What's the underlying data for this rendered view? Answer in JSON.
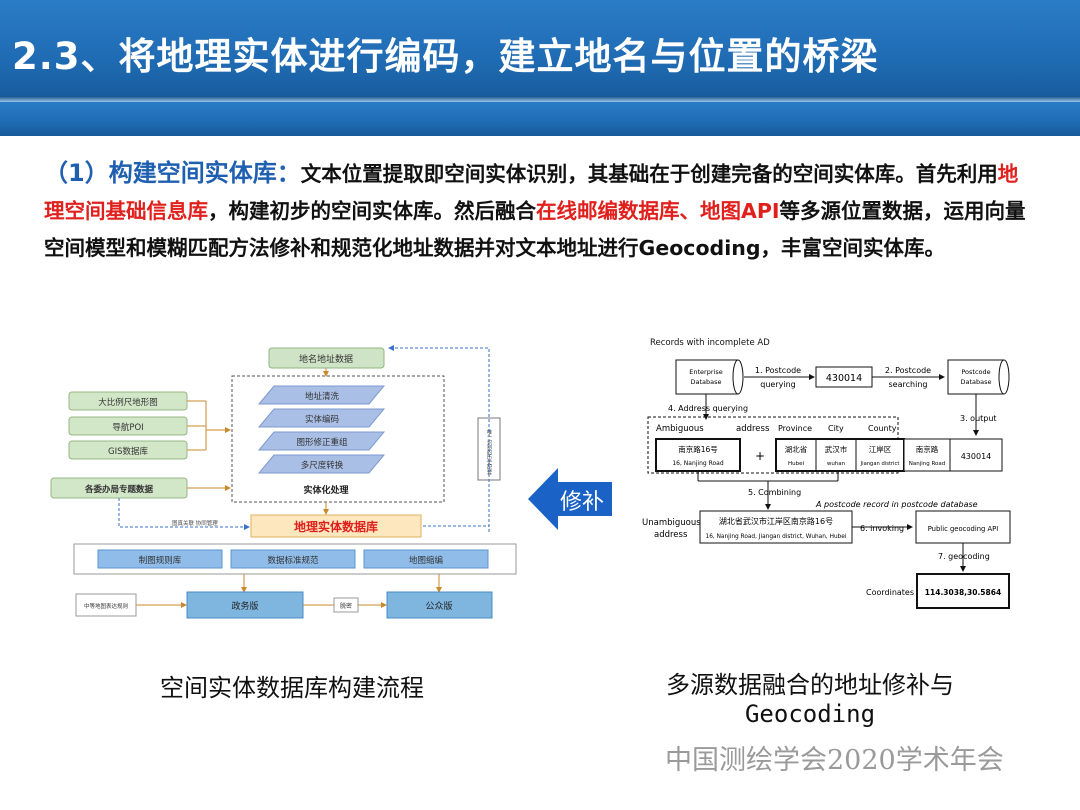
{
  "header": {
    "title": "2.3、将地理实体进行编码，建立地名与位置的桥梁"
  },
  "intro": {
    "lead": "（1）构建空间实体库：",
    "t1": "文本位置提取即空间实体识别，其基础在于创建完备的空间实体库。首先利用",
    "r1": "地理空间基础信息库",
    "t2": "，构建初步的空间实体库。然后融合",
    "r2": "在线邮编数据库、地图API",
    "t3": "等多源位置数据，运用向量空间模型和模糊匹配方法修补和规范化地址数据并对文本地址进行Geocoding，丰富空间实体库。"
  },
  "left_diagram": {
    "top_box": "地名地址数据",
    "sources": [
      "大比例尺地形图",
      "导航POI",
      "GIS数据库"
    ],
    "special": "各委办局专题数据",
    "steps": [
      "地址清洗",
      "实体编码",
      "图形修正重组",
      "多尺度转换"
    ],
    "process_label": "实体化处理",
    "side_note": "唯一识别的历史配套",
    "link_note": "图真关联 协同管理",
    "database": "地理实体数据库",
    "standards": [
      "制图规则库",
      "数据标准规范",
      "地图缩编"
    ],
    "note_left": "中等地图表达规则",
    "out1": "政务版",
    "mid_note": "脱密",
    "out2": "公众版"
  },
  "arrow_label": "修补",
  "right_diagram": {
    "heading": "Records with incomplete AD",
    "enterprise_db": [
      "Enterprise",
      "Database"
    ],
    "step1": [
      "1. Postcode",
      "querying"
    ],
    "postcode": "430014",
    "step2": [
      "2. Postcode",
      "searching"
    ],
    "postcode_db": [
      "Postcode",
      "Database"
    ],
    "step4": "4. Address querying",
    "step3": "3. output",
    "ambiguous": "Ambiguous",
    "address": "address",
    "province": "Province",
    "city": "City",
    "county": "County",
    "addr_cn": "南京路16号",
    "addr_en": "16, Nanjing Road",
    "plus": "+",
    "prov_cn": "湖北省",
    "prov_en": "Hubei",
    "city_cn": "武汉市",
    "city_en": "wuhan",
    "county_cn": "江岸区",
    "county_en": "Jiangan district",
    "road_cn": "南京路",
    "road_en": "Nanjing Road",
    "code": "430014",
    "step5": "5. Combining",
    "record_note": "A postcode record in postcode database",
    "unambiguous": [
      "Unambiguous",
      "address"
    ],
    "full_cn": "湖北省武汉市江岸区南京路16号",
    "full_en": "16, Nanjing Road, Jiangan district, Wuhan, Hubei",
    "step6": "6. invoking",
    "api": "Public geocoding API",
    "step7": "7. geocoding",
    "coords_label": "Coordinates",
    "coords": "114.3038,30.5864"
  },
  "captions": {
    "left": "空间实体数据库构建流程",
    "right1": "多源数据融合的地址修补与",
    "right2": "Geocoding"
  },
  "footer": "中国测绘学会2020学术年会",
  "colors": {
    "title_bar": "#1f6bb3",
    "lead": "#1f5fb0",
    "highlight": "#e0201d",
    "arrow": "#1a62c6"
  }
}
